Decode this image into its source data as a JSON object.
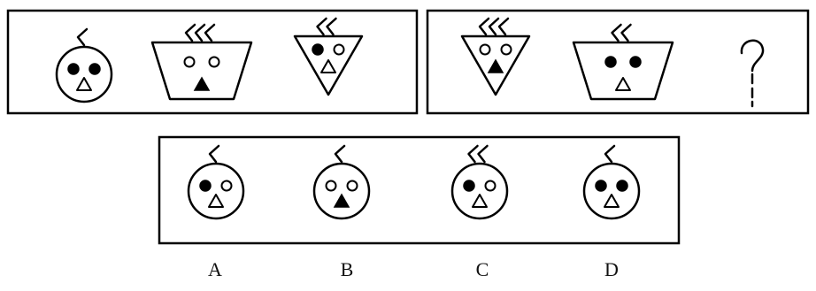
{
  "question_mark": "?",
  "options": [
    {
      "label": "A"
    },
    {
      "label": "B"
    },
    {
      "label": "C"
    },
    {
      "label": "D"
    }
  ],
  "sequence_left": [
    {
      "shape": "circle",
      "hair": 1,
      "eyes": [
        "filled",
        "filled"
      ],
      "nose": "hollow"
    },
    {
      "shape": "trapezoid",
      "hair": 3,
      "eyes": [
        "open",
        "open"
      ],
      "nose": "filled"
    },
    {
      "shape": "triangle",
      "hair": 2,
      "eyes": [
        "filled",
        "open"
      ],
      "nose": "hollow"
    }
  ],
  "sequence_right": [
    {
      "shape": "triangle",
      "hair": 3,
      "eyes": [
        "open",
        "open"
      ],
      "nose": "filled"
    },
    {
      "shape": "trapezoid",
      "hair": 2,
      "eyes": [
        "filled",
        "filled"
      ],
      "nose": "hollow"
    }
  ],
  "option_figures": [
    {
      "shape": "circle",
      "hair": 1,
      "eyes": [
        "filled",
        "open"
      ],
      "nose": "hollow"
    },
    {
      "shape": "circle",
      "hair": 1,
      "eyes": [
        "open",
        "open"
      ],
      "nose": "filled"
    },
    {
      "shape": "circle",
      "hair": 2,
      "eyes": [
        "filled",
        "open"
      ],
      "nose": "hollow"
    },
    {
      "shape": "circle",
      "hair": 1,
      "eyes": [
        "filled",
        "filled"
      ],
      "nose": "hollow"
    }
  ]
}
